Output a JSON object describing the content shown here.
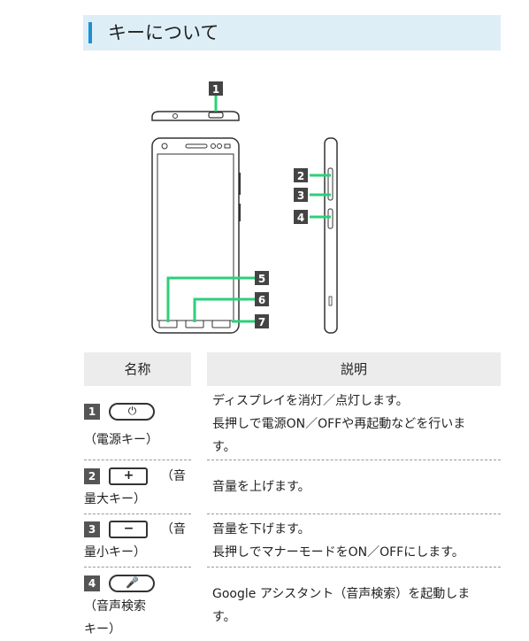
{
  "header": {
    "title": "キーについて"
  },
  "callouts": [
    "1",
    "2",
    "3",
    "4",
    "5",
    "6",
    "7"
  ],
  "table": {
    "col_name": "名称",
    "col_desc": "説明",
    "rows": [
      {
        "num": "1",
        "key_symbol": "⏻",
        "name_line1": "",
        "name_line2": "（電源キー）",
        "desc": [
          "ディスプレイを消灯／点灯します。",
          "長押しで電源ON／OFFや再起動などを行いま",
          "す。"
        ]
      },
      {
        "num": "2",
        "key_symbol": "+",
        "name_line1": "（音",
        "name_line2": "量大キー）",
        "desc": [
          "音量を上げます。"
        ]
      },
      {
        "num": "3",
        "key_symbol": "−",
        "name_line1": "（音",
        "name_line2": "量小キー）",
        "desc": [
          "音量を下げます。",
          "長押しでマナーモードをON／OFFにします。"
        ]
      },
      {
        "num": "4",
        "key_symbol": "🎤",
        "name_line1": "",
        "name_line2": "（音声検索",
        "name_line3": "キー）",
        "desc": [
          "Google アシスタント（音声検索）を起動しま",
          "す。"
        ]
      }
    ]
  },
  "colors": {
    "callout_line": "#2ecf7a",
    "badge": "#555555",
    "header_bg": "#ddeef7",
    "header_bar": "#1f8fd4"
  }
}
